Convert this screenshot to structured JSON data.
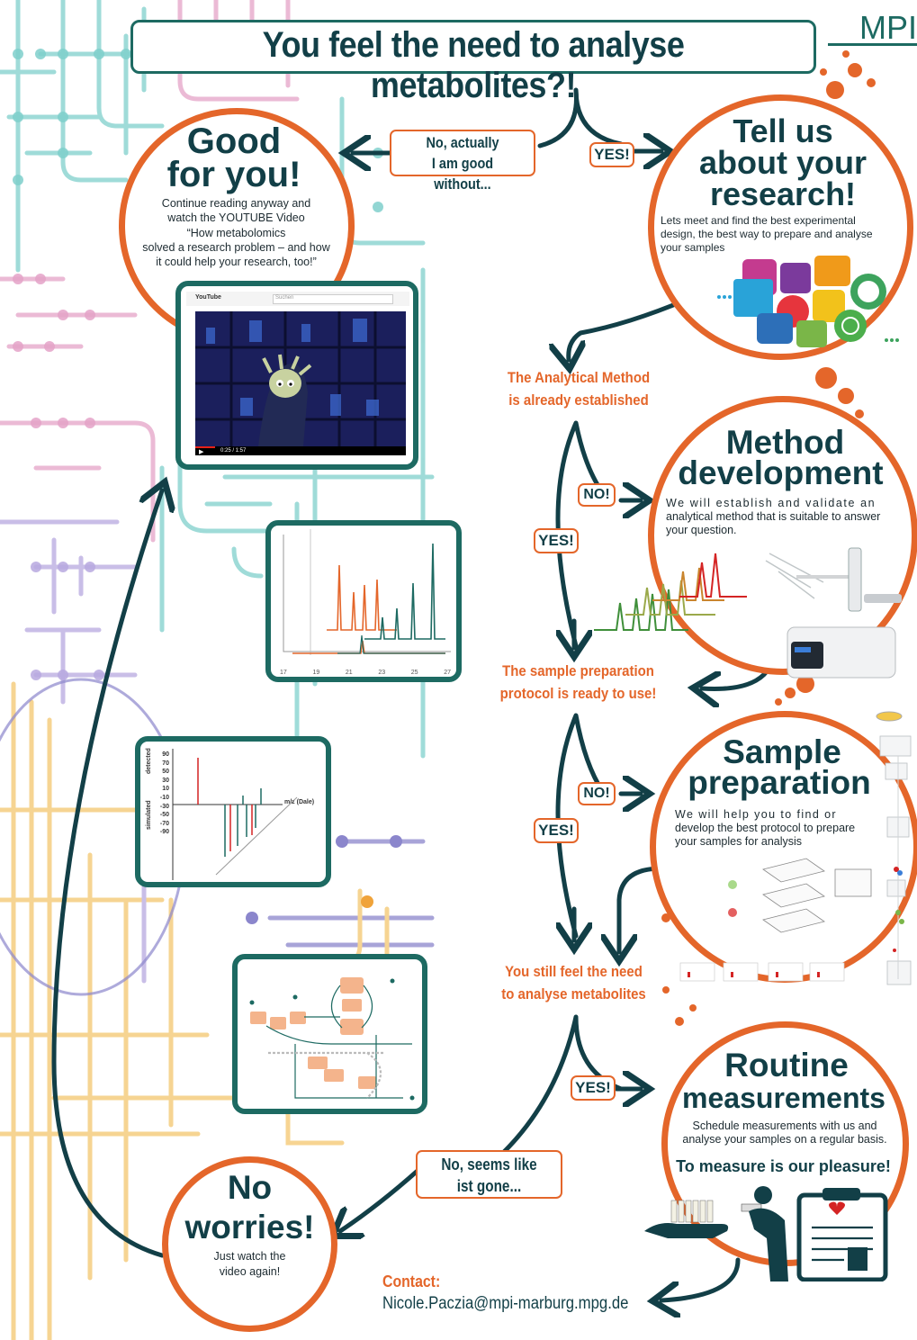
{
  "header": {
    "title": "You feel the need to analyse metabolites?!",
    "logo": "MPI"
  },
  "good_for_you": {
    "title_line1": "Good",
    "title_line2": "for you!",
    "body_line1": "Continue reading anyway and",
    "body_line2": "watch the YOUTUBE Video",
    "body_line3": "“How metabolomics",
    "body_line4": "solved a research problem – and how",
    "body_line5": "it could help your research, too!”"
  },
  "no_actually": {
    "line1": "No, actually",
    "line2": "I am good without..."
  },
  "yes_labels": {
    "yes1": "YES!",
    "yes2": "YES!",
    "yes3": "YES!",
    "yes4": "YES!"
  },
  "no_labels": {
    "no1": "NO!",
    "no2": "NO!"
  },
  "tell_us": {
    "title_line1": "Tell us",
    "title_line2": "about your",
    "title_line3": "research!",
    "body_line1": "Lets meet and find the best experimental",
    "body_line2": "design, the best way to prepare and analyse",
    "body_line3": "your samples"
  },
  "method_development": {
    "title_line1": "Method",
    "title_line2": "development",
    "body_line1": "We will establish and validate an",
    "body_line2": "analytical method that is suitable to answer",
    "body_line3": "your question."
  },
  "sample_preparation": {
    "title_line1": "Sample",
    "title_line2": "preparation",
    "body_line1": "We will help you to find or",
    "body_line2": "develop the best  protocol to prepare",
    "body_line3": "your samples for analysis"
  },
  "routine": {
    "title_line1": "Routine",
    "title_line2": "measurements",
    "body_line1": "Schedule measurements with us and",
    "body_line2": "analyse your samples on a regular basis.",
    "slogan": "To measure is our pleasure!"
  },
  "decisions": {
    "method_line1": "The Analytical Method",
    "method_line2": "is already established",
    "sample_line1": "The sample preparation",
    "sample_line2": "protocol is ready to use!",
    "still_line1": "You still feel the need",
    "still_line2": "to analyse metabolites"
  },
  "no_seems": {
    "line1": "No, seems like",
    "line2": "ist gone..."
  },
  "no_worries": {
    "title_line1": "No",
    "title_line2": "worries!",
    "body_line1": "Just watch the",
    "body_line2": "video again!"
  },
  "contact": {
    "label": "Contact:",
    "email": "Nicole.Paczia@mpi-marburg.mpg.de"
  },
  "chart_ticks": {
    "x_ticks": [
      "17",
      "19",
      "21",
      "23",
      "25",
      "27"
    ],
    "y_ticks": [
      "90",
      "70",
      "50",
      "30",
      "10",
      "-10",
      "-30",
      "-50",
      "-70",
      "-90"
    ],
    "x_label": "m/z (Dale)",
    "y_label_top": "detected",
    "y_label_bottom": "simulated"
  },
  "video": {
    "brand": "YouTube",
    "search": "Suchen",
    "time": "0:25 / 1:57"
  },
  "colors": {
    "orange": "#e4662a",
    "dark_teal": "#123f47",
    "frame_green": "#1d6a62"
  }
}
